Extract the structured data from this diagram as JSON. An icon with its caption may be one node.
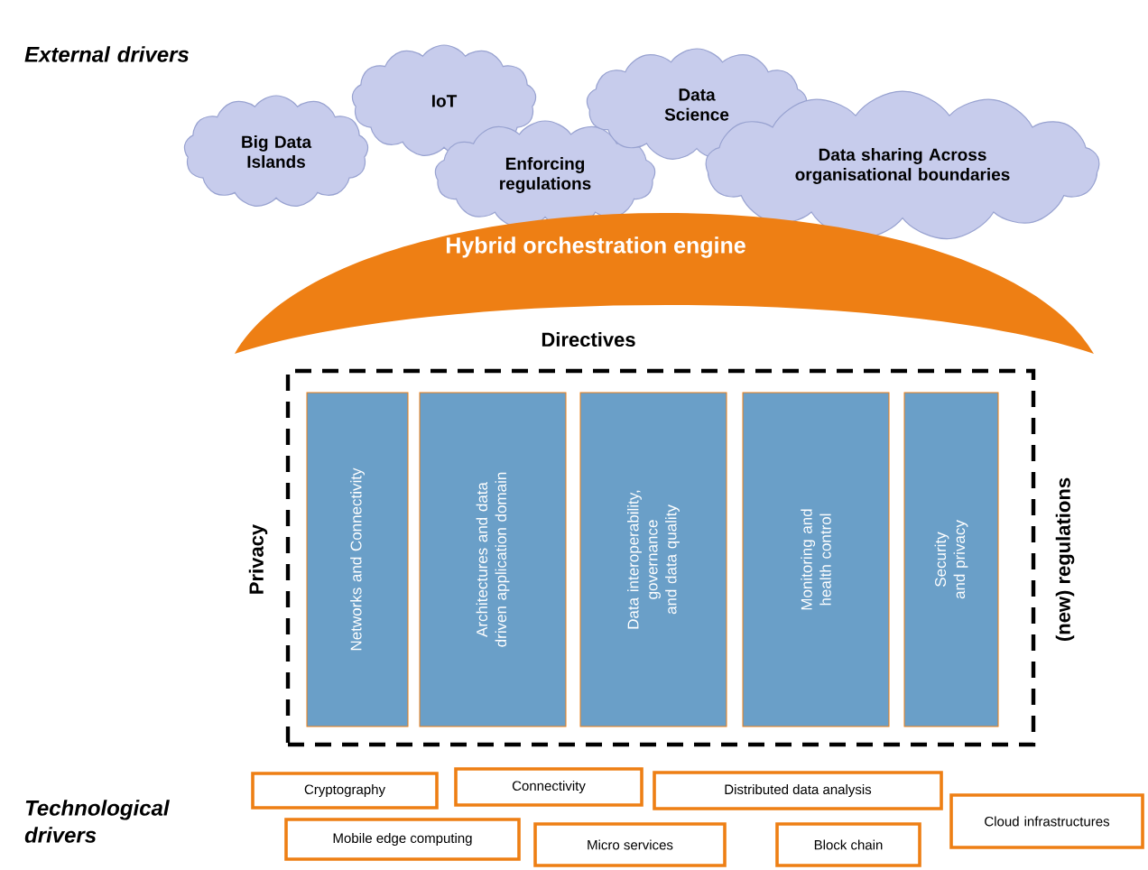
{
  "diagram": {
    "nodes": [
      {
        "text": [
          "Big Data Islands"
        ]
      },
      {
        "text": [
          "IoT"
        ]
      },
      {
        "text": [
          "Enforcing regulations"
        ]
      },
      {
        "text": [
          "Data Science"
        ]
      },
      {
        "text": [
          "Data sharing Across organisational boundaries"
        ]
      },
      {
        "text": [
          "Hybrid orchestration engine"
        ]
      },
      {
        "text": [],
        "shape": "box"
      },
      {
        "text": [
          "Networks and Connectivity"
        ],
        "in": 6
      },
      {
        "text": [
          "Architectures and data driven application domain"
        ],
        "in": 6
      },
      {
        "text": [
          "Data interoperability, governance and data quality"
        ],
        "in": 6
      },
      {
        "text": [
          "Monitoring and health control"
        ],
        "in": 6
      },
      {
        "text": [
          "Security and privacy"
        ],
        "in": 6
      },
      {
        "text": [
          "Cryptography"
        ]
      },
      {
        "text": [
          "Connectivity"
        ]
      },
      {
        "text": [
          "Distributed data analysis"
        ]
      },
      {
        "text": [
          "Cloud infrastructures"
        ]
      },
      {
        "text": [
          "Mobile edge computing"
        ]
      },
      {
        "text": [
          "Micro services"
        ]
      },
      {
        "text": [
          "Block chain"
        ]
      }
    ],
    "labels": [
      "External drivers",
      "Directives",
      "Privacy",
      "(new) regulations",
      "Technological drivers"
    ]
  }
}
